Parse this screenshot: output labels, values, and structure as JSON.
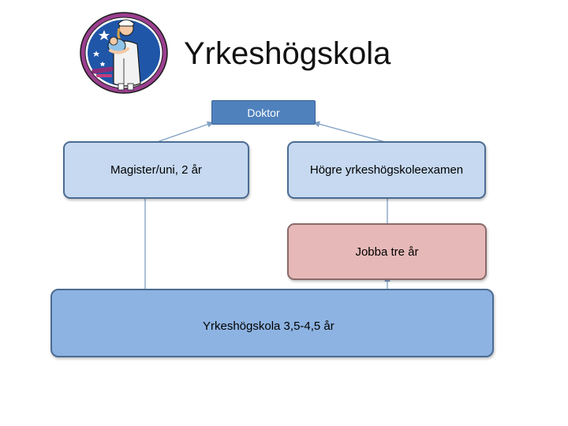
{
  "title": "Yrkeshögskola",
  "clipart": {
    "icon": "nurse-holding-baby-clipart-icon"
  },
  "nodes": {
    "top": "Doktor",
    "left": "Magister/uni, 2 år",
    "right": "Högre yrkeshögskoleexamen",
    "work": "Jobba tre år",
    "bottom": "Yrkeshögskola 3,5-4,5 år"
  },
  "colors": {
    "top_box": "#4f81bd",
    "mid_boxes": "#c6d9f0",
    "work_box": "#e6b9b8",
    "bottom_box": "#8db3e2",
    "connector": "#7f9fc4"
  }
}
